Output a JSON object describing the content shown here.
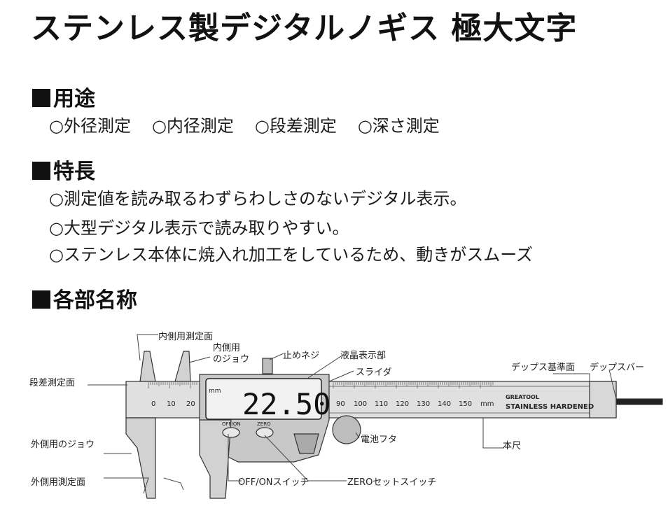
{
  "title": "ステンレス製デジタルノギス 極大文字",
  "sections": {
    "usage": {
      "heading": "用途",
      "items": [
        "○外径測定",
        "○内径測定",
        "○段差測定",
        "○深さ測定"
      ]
    },
    "features": {
      "heading": "特長",
      "items": [
        "○測定値を読み取るわずらわしさのないデジタル表示。",
        "○大型デジタル表示で読み取りやすい。",
        "○ステンレス本体に焼入れ加工をしているため、動きがスムーズ"
      ]
    },
    "parts": {
      "heading": "各部名称"
    }
  },
  "diagram": {
    "display_value": "22.50",
    "display_unit": "mm",
    "button_left": "OFF/ON",
    "button_right": "ZERO",
    "brand": "GREATOOL",
    "stamp": "STAINLESS HARDENED",
    "scale_left": [
      "0",
      "10",
      "20"
    ],
    "scale_right": [
      "90",
      "100",
      "110",
      "120",
      "130",
      "140",
      "150",
      "mm"
    ],
    "labels": {
      "inner_face": "内側用測定面",
      "inner_jaw_line1": "内側用",
      "inner_jaw_line2": "のジョウ",
      "lock_screw": "止めネジ",
      "lcd": "液晶表示部",
      "slider": "スライダ",
      "step_face": "段差測定面",
      "depth_ref": "デップス基準面",
      "depth_bar": "デップスバー",
      "outer_jaw": "外側用のジョウ",
      "battery_cover": "電池フタ",
      "main_scale": "本尺",
      "outer_face": "外側用測定面",
      "offon_switch": "OFF/ONスイッチ",
      "zero_switch": "ZEROセットスイッチ"
    }
  },
  "colors": {
    "text": "#1a1a1a",
    "body": "#cfcfcf",
    "display": "#f2f2f2"
  }
}
